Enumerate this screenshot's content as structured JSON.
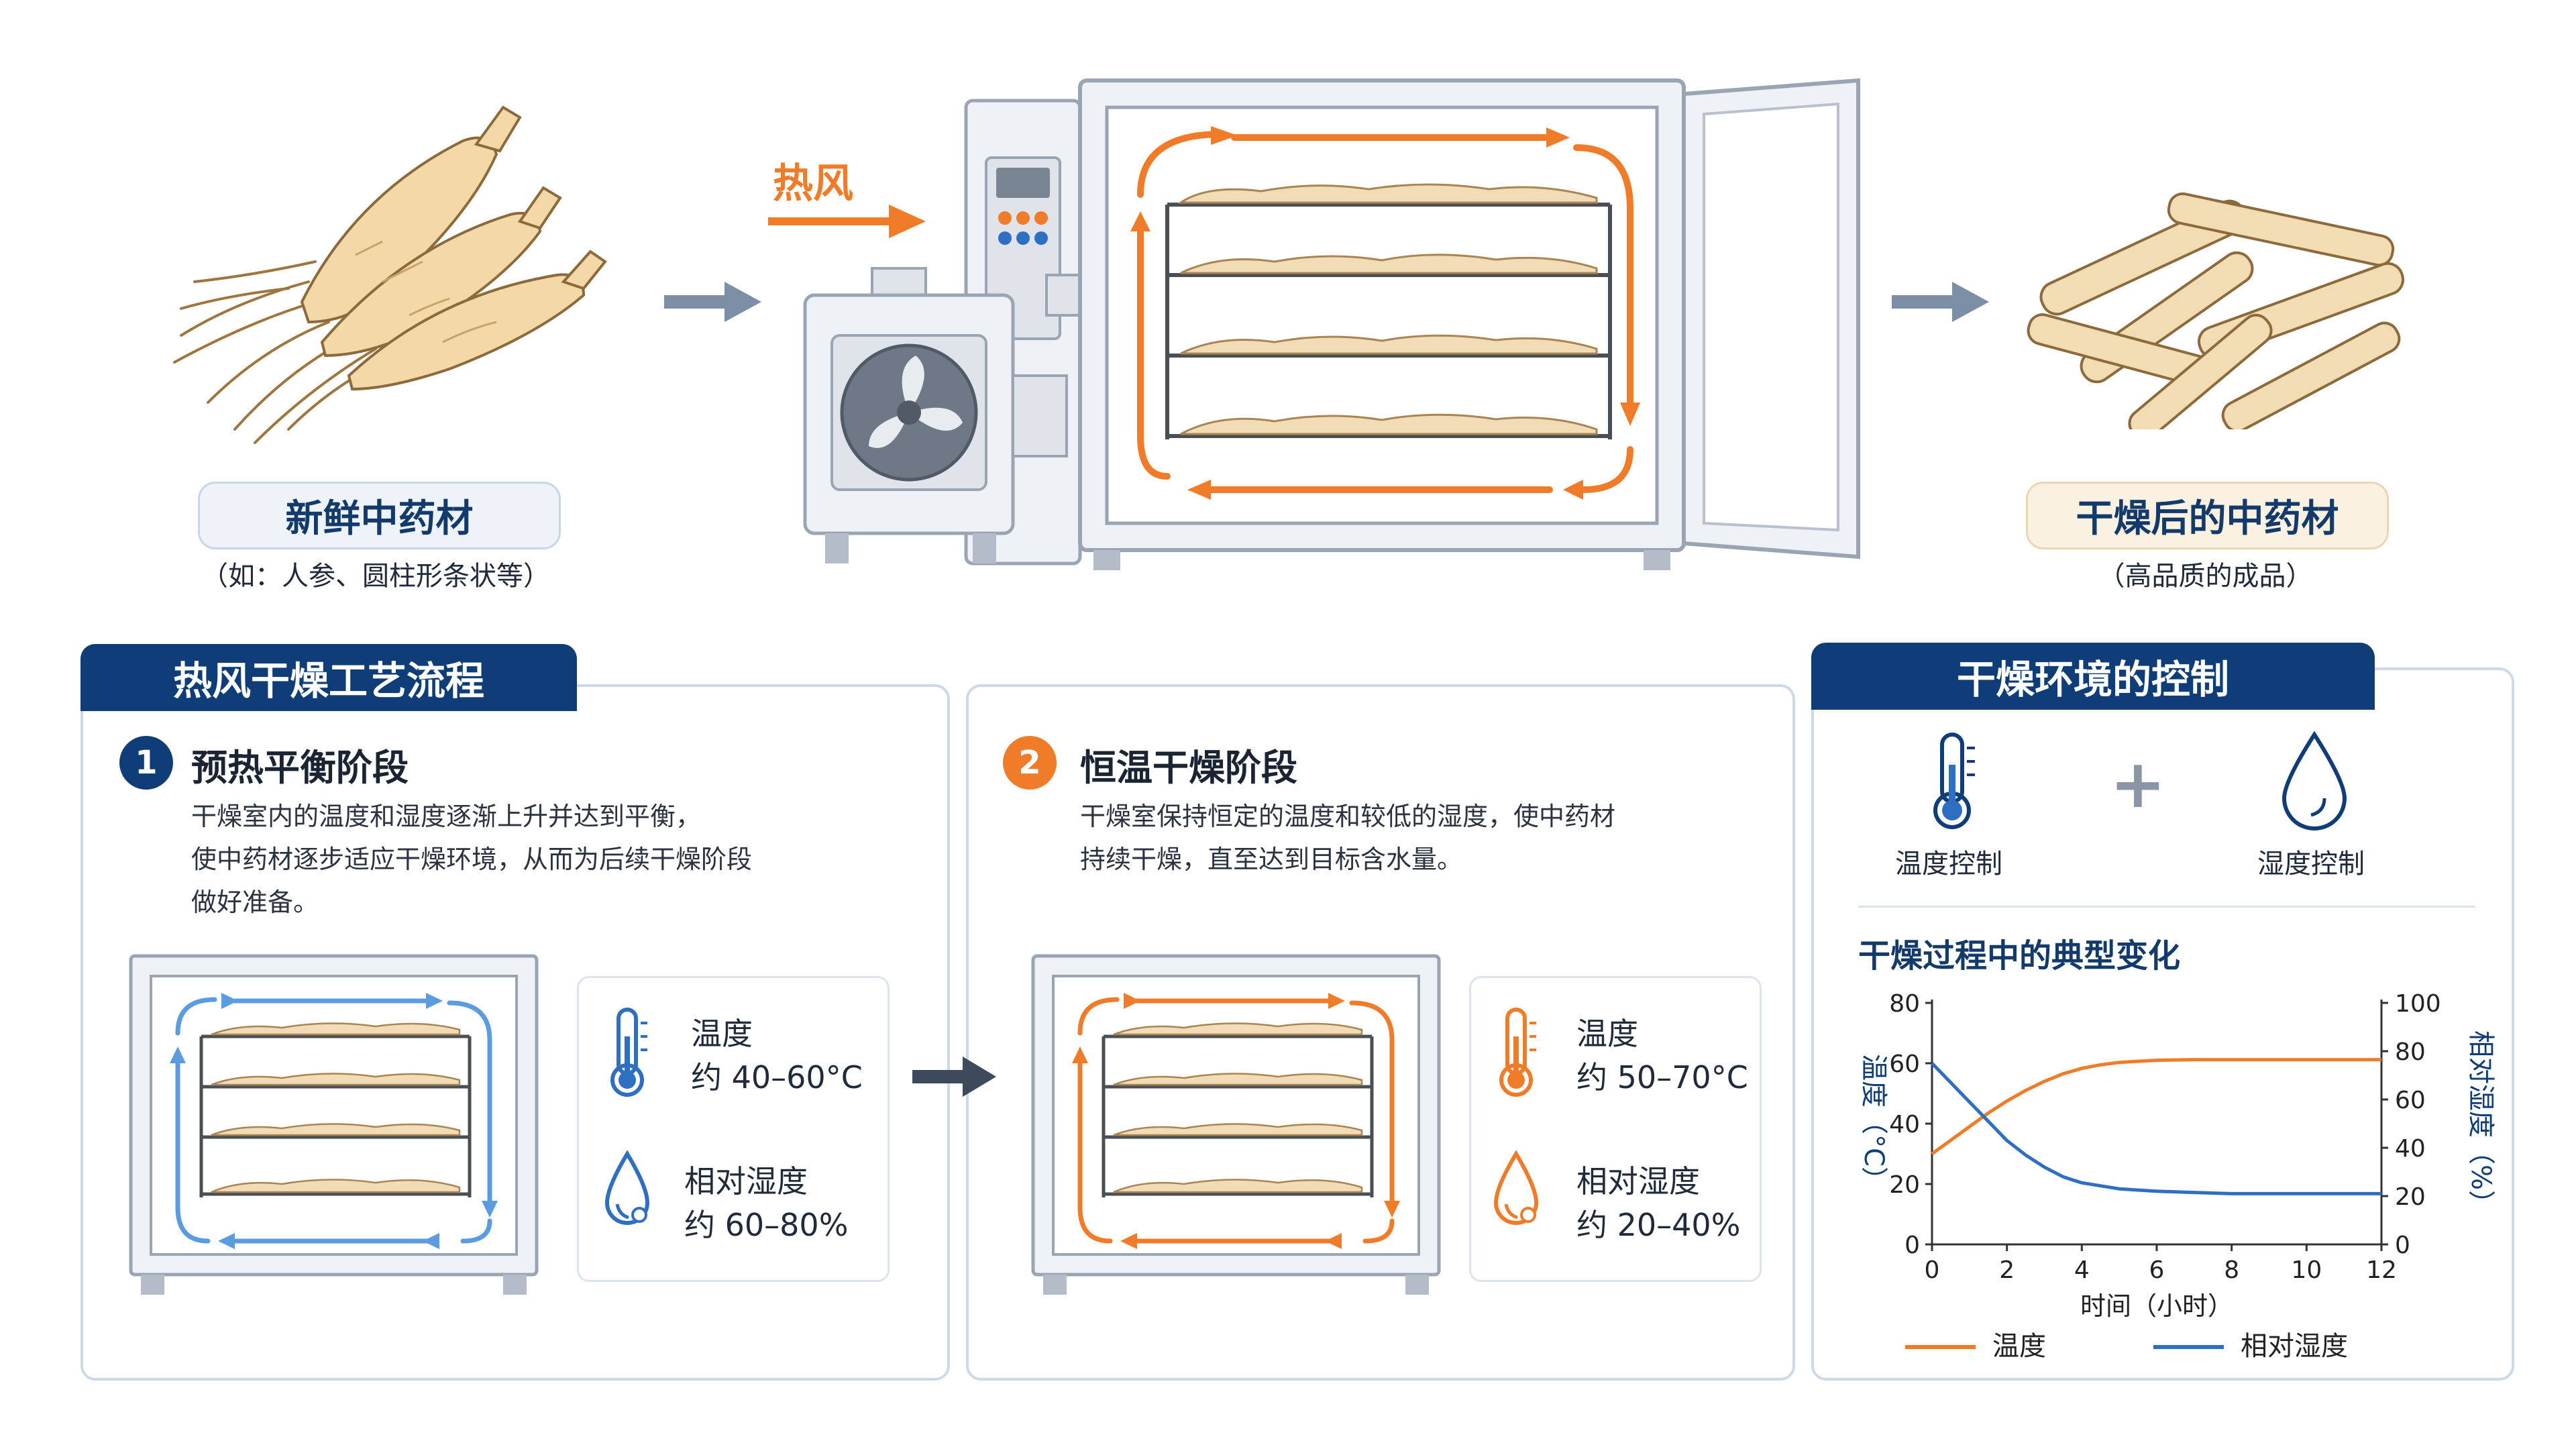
{
  "top": {
    "fresh_label": "新鲜中药材",
    "fresh_note": "（如：人参、圆柱形条状等）",
    "hot_air_label": "热风",
    "dried_label": "干燥后的中药材",
    "dried_note": "（高品质的成品）"
  },
  "process": {
    "tab_title": "热风干燥工艺流程",
    "stage1": {
      "number": "1",
      "title": "预热平衡阶段",
      "desc": [
        "干燥室内的温度和湿度逐渐上升并达到平衡，",
        "使中药材逐步适应干燥环境，从而为后续干燥阶段",
        "做好准备。"
      ],
      "temp_label": "温度",
      "temp_value": "约 40–60°C",
      "humidity_label": "相对湿度",
      "humidity_value": "约 60–80%"
    },
    "stage2": {
      "number": "2",
      "title": "恒温干燥阶段",
      "desc": [
        "干燥室保持恒定的温度和较低的湿度，使中药材",
        "持续干燥，直至达到目标含水量。"
      ],
      "temp_label": "温度",
      "temp_value": "约 50–70°C",
      "humidity_label": "相对湿度",
      "humidity_value": "约 20–40%"
    }
  },
  "control": {
    "tab_title": "干燥环境的控制",
    "temp_control": "温度控制",
    "plus": "+",
    "humidity_control": "湿度控制",
    "chart_title": "干燥过程中的典型变化"
  },
  "colors": {
    "navy": "#0f3d78",
    "orange": "#f07c2a",
    "blue": "#2f6fc2",
    "light_blue": "#5b9be0"
  },
  "chart_data": {
    "type": "line",
    "title": "干燥过程中的典型变化",
    "xlabel": "时间（小时）",
    "ylabel_left": "温度（°C）",
    "ylabel_right": "相对湿度（%）",
    "xlim": [
      0,
      12
    ],
    "ylim_left": [
      0,
      80
    ],
    "ylim_right": [
      0,
      100
    ],
    "x_ticks": [
      0,
      2,
      4,
      6,
      8,
      10,
      12
    ],
    "y_ticks_left": [
      0,
      20,
      40,
      60,
      80
    ],
    "y_ticks_right": [
      0,
      20,
      40,
      60,
      80,
      100
    ],
    "grid": false,
    "legend_position": "bottom",
    "series": [
      {
        "name": "温度",
        "axis": "left",
        "color": "#f07c2a",
        "x": [
          0,
          0.5,
          1,
          1.5,
          2,
          2.5,
          3,
          3.5,
          4,
          4.5,
          5,
          6,
          7,
          8,
          10,
          12
        ],
        "y": [
          30,
          34.5,
          39,
          43.5,
          47.5,
          51,
          54,
          56.5,
          58.3,
          59.5,
          60.3,
          61,
          61.2,
          61.2,
          61.2,
          61.2
        ]
      },
      {
        "name": "相对湿度",
        "axis": "right",
        "color": "#2f6fc2",
        "x": [
          0,
          0.5,
          1,
          1.5,
          2,
          2.5,
          3,
          3.5,
          4,
          5,
          6,
          7,
          8,
          10,
          12
        ],
        "y": [
          75,
          67,
          59,
          51,
          43,
          37,
          32,
          28,
          25.5,
          23,
          22,
          21.5,
          21,
          21,
          21
        ]
      }
    ]
  }
}
